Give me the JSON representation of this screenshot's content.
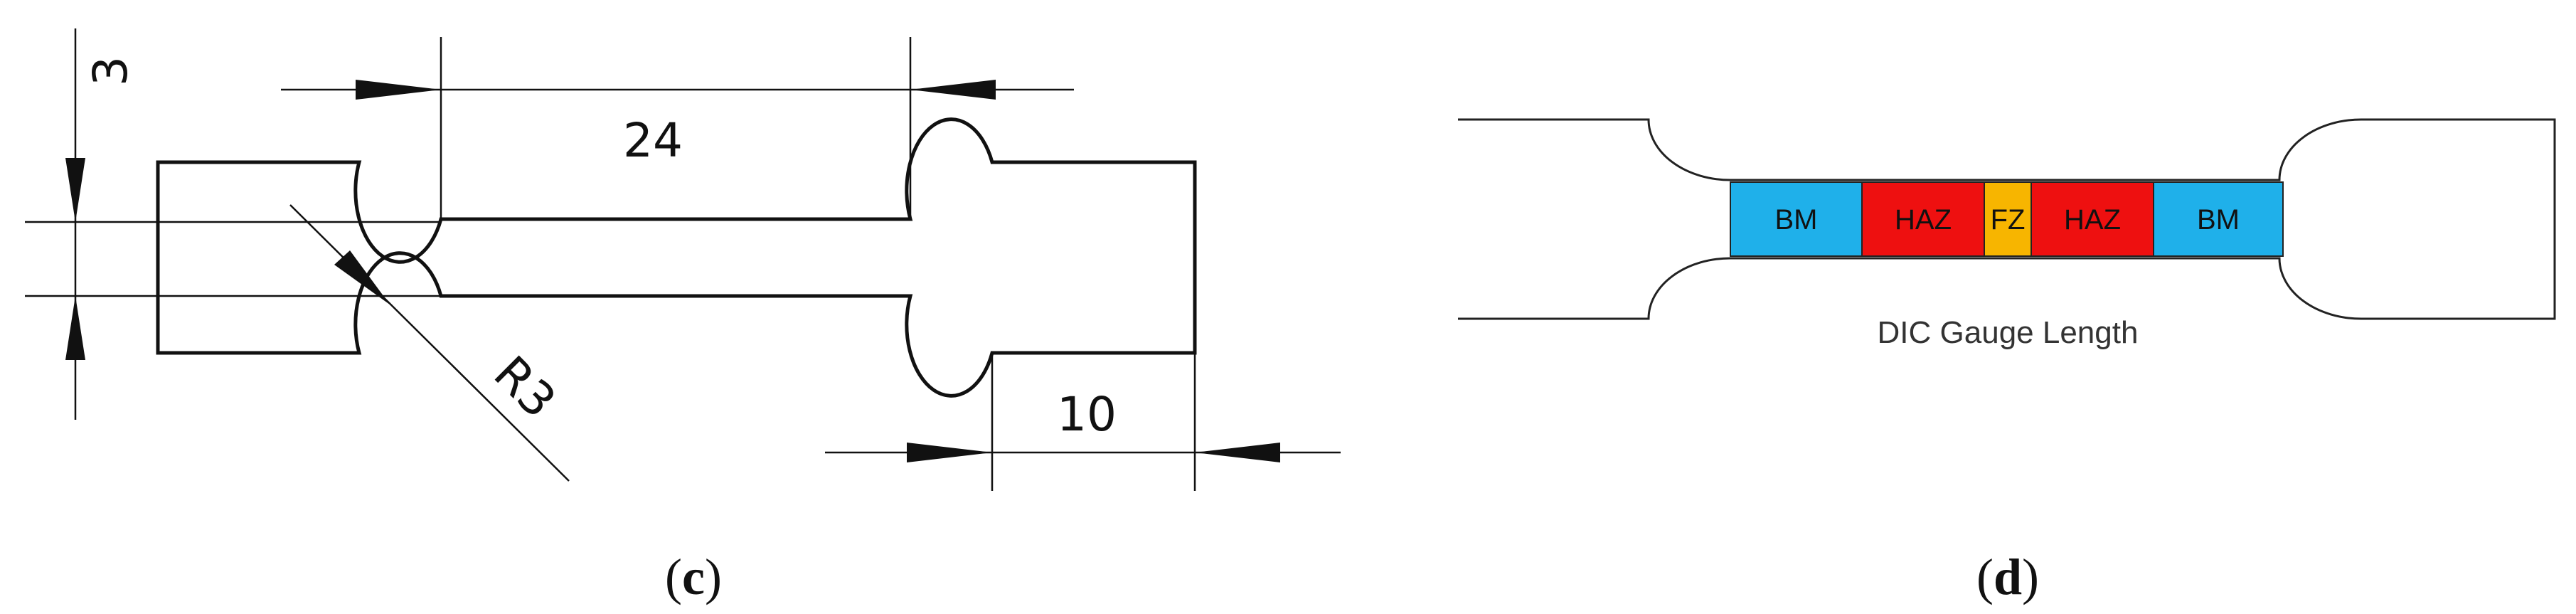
{
  "panel_c": {
    "label_open": "(",
    "label_letter": "c",
    "label_close": ")",
    "dim_width": "3",
    "dim_gauge": "24",
    "dim_radius": "R3",
    "dim_grip": "10"
  },
  "panel_d": {
    "label_open": "(",
    "label_letter": "d",
    "label_close": ")",
    "zones": [
      {
        "label": "BM",
        "color": "#1fb0ea"
      },
      {
        "label": "HAZ",
        "color": "#ee1010"
      },
      {
        "label": "FZ",
        "color": "#f7b500"
      },
      {
        "label": "HAZ",
        "color": "#ee1010"
      },
      {
        "label": "BM",
        "color": "#1fb0ea"
      }
    ],
    "caption": "DIC Gauge Length"
  }
}
